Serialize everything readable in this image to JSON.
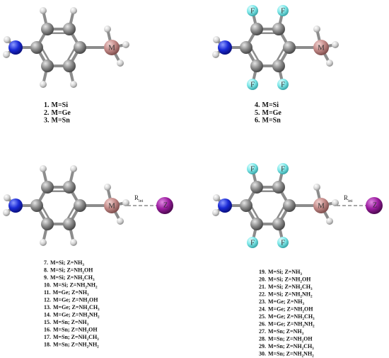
{
  "colors": {
    "carbon": "#7f7f7f",
    "hydrogen": "#dcdcdc",
    "nitrogen": "#1a2ad6",
    "metal": "#c48a88",
    "fluorine": "#7fe9ea",
    "halogen": "#9b1c9f",
    "bond": "#8c8c8c"
  },
  "atoms": {
    "metal": "M",
    "fluorine": "F",
    "halogen": "Z"
  },
  "distance_label": {
    "main": "R",
    "sub": "int"
  },
  "panels": [
    {
      "id": "top-left",
      "labels": [
        {
          "num": "1.",
          "text": "M=Si"
        },
        {
          "num": "2.",
          "text": "M=Ge"
        },
        {
          "num": "3.",
          "text": "M=Sn"
        }
      ]
    },
    {
      "id": "top-right",
      "labels": [
        {
          "num": "4.",
          "text": "M=Si"
        },
        {
          "num": "5.",
          "text": "M=Ge"
        },
        {
          "num": "6.",
          "text": "M=Sn"
        }
      ]
    },
    {
      "id": "bottom-left",
      "labels": [
        {
          "num": "7.",
          "text": "M=Si; Z=NH",
          "sub": "3",
          "rest": ""
        },
        {
          "num": "8.",
          "text": "M=Si; Z=NH",
          "sub": "2",
          "rest": "OH"
        },
        {
          "num": "9.",
          "text": "M=Si; Z=NH",
          "sub": "2",
          "rest": "CH",
          "sub2": "3"
        },
        {
          "num": "10.",
          "text": "M=Si; Z=NH",
          "sub": "2",
          "rest": "NH",
          "sub2": "2"
        },
        {
          "num": "11.",
          "text": "M=Ge; Z=NH",
          "sub": "3",
          "rest": ""
        },
        {
          "num": "12.",
          "text": "M=Ge; Z=NH",
          "sub": "2",
          "rest": "OH"
        },
        {
          "num": "13.",
          "text": "M=Ge; Z=NH",
          "sub": "2",
          "rest": "CH",
          "sub2": "3"
        },
        {
          "num": "14.",
          "text": "M=Ge; Z=NH",
          "sub": "2",
          "rest": "NH",
          "sub2": "2"
        },
        {
          "num": "15.",
          "text": "M=Sn; Z=NH",
          "sub": "3",
          "rest": ""
        },
        {
          "num": "16.",
          "text": "M=Sn; Z=NH",
          "sub": "2",
          "rest": "OH"
        },
        {
          "num": "17.",
          "text": "M=Sn; Z=NH",
          "sub": "2",
          "rest": "CH",
          "sub2": "3"
        },
        {
          "num": "18.",
          "text": "M=Sn; Z=NH",
          "sub": "2",
          "rest": "NH",
          "sub2": "2"
        }
      ]
    },
    {
      "id": "bottom-right",
      "labels": [
        {
          "num": "19.",
          "text": "M=Si; Z=NH",
          "sub": "3",
          "rest": ""
        },
        {
          "num": "20.",
          "text": "M=Si; Z=NH",
          "sub": "2",
          "rest": "OH"
        },
        {
          "num": "21.",
          "text": "M=Si; Z=NH",
          "sub": "2",
          "rest": "CH",
          "sub2": "3"
        },
        {
          "num": "22.",
          "text": "M=Si; Z=NH",
          "sub": "2",
          "rest": "NH",
          "sub2": "2"
        },
        {
          "num": "23.",
          "text": "M=Ge; Z=NH",
          "sub": "3",
          "rest": ""
        },
        {
          "num": "24.",
          "text": "M=Ge; Z=NH",
          "sub": "2",
          "rest": "OH"
        },
        {
          "num": "25.",
          "text": "M=Ge; Z=NH",
          "sub": "2",
          "rest": "CH",
          "sub2": "3"
        },
        {
          "num": "26.",
          "text": "M=Ge; Z=NH",
          "sub": "2",
          "rest": "NH",
          "sub2": "2"
        },
        {
          "num": "27.",
          "text": "M=Sn; Z=NH",
          "sub": "3",
          "rest": ""
        },
        {
          "num": "28.",
          "text": "M=Sn; Z=NH",
          "sub": "2",
          "rest": "OH"
        },
        {
          "num": "29.",
          "text": "M=Sn; Z=NH",
          "sub": "2",
          "rest": "CH",
          "sub2": "3"
        },
        {
          "num": "30.",
          "text": "M=Sn; Z=NH",
          "sub": "2",
          "rest": "NH",
          "sub2": "2"
        }
      ]
    }
  ]
}
